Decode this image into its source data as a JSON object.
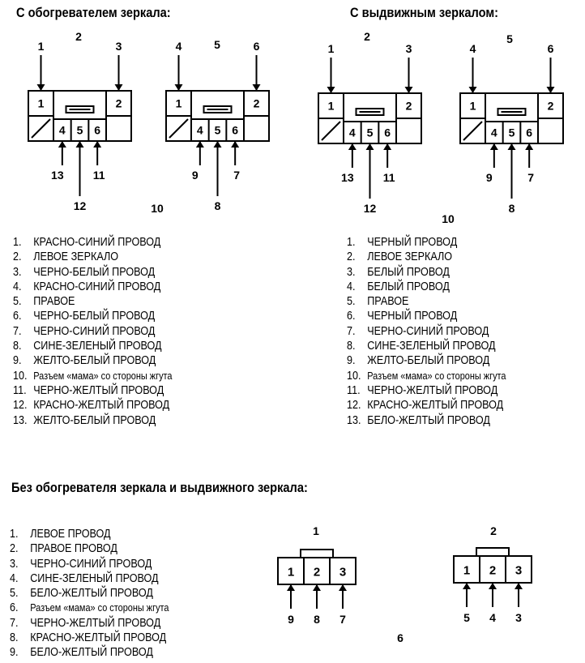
{
  "headings": {
    "heated": "С обогревателем зеркала:",
    "retractable": "С выдвижным зеркалом:",
    "basic": "Без обогревателя зеркала и выдвижного зеркала:"
  },
  "diagram_labels": {
    "heated": {
      "left_connector": "2",
      "right_connector": "5",
      "connector_female": "10",
      "pin_top_left_1": "1",
      "pin_top_right_1": "3",
      "pin_top_left_2": "4",
      "pin_top_right_2": "6",
      "pin_bottom_1": [
        "13",
        "12",
        "11"
      ],
      "pin_bottom_2": [
        "9",
        "8",
        "7"
      ]
    },
    "retractable": {
      "left_connector": "2",
      "right_connector": "5",
      "connector_female": "10",
      "pin_top_left_1": "1",
      "pin_top_right_1": "3",
      "pin_top_left_2": "4",
      "pin_top_right_2": "6",
      "pin_bottom_1": [
        "13",
        "12",
        "11"
      ],
      "pin_bottom_2": [
        "9",
        "8",
        "7"
      ]
    },
    "basic": {
      "left_connector": "1",
      "right_connector": "2",
      "connector_female": "6",
      "pin_bottom_1": [
        "9",
        "8",
        "7"
      ],
      "pin_bottom_2": [
        "5",
        "4",
        "3"
      ]
    }
  },
  "connector6_cells": [
    "1",
    "2",
    "4",
    "5",
    "6"
  ],
  "connector3_cells": [
    "1",
    "2",
    "3"
  ],
  "legend_heated": [
    {
      "num": "1.",
      "text": "КРАСНО-СИНИЙ ПРОВОД"
    },
    {
      "num": "2.",
      "text": "ЛЕВОЕ ЗЕРКАЛО"
    },
    {
      "num": "3.",
      "text": "ЧЕРНО-БЕЛЫЙ ПРОВОД"
    },
    {
      "num": "4.",
      "text": "КРАСНО-СИНИЙ ПРОВОД"
    },
    {
      "num": "5.",
      "text": "ПРАВОЕ"
    },
    {
      "num": "6.",
      "text": "ЧЕРНО-БЕЛЫЙ ПРОВОД"
    },
    {
      "num": "7.",
      "text": "ЧЕРНО-СИНИЙ ПРОВОД"
    },
    {
      "num": "8.",
      "text": "СИНЕ-ЗЕЛЕНЫЙ ПРОВОД"
    },
    {
      "num": "9.",
      "text": "ЖЕЛТО-БЕЛЫЙ ПРОВОД"
    },
    {
      "num": "10.",
      "text": "Разъем «мама» со стороны жгута"
    },
    {
      "num": "11.",
      "text": "ЧЕРНО-ЖЕЛТЫЙ ПРОВОД"
    },
    {
      "num": "12.",
      "text": "КРАСНО-ЖЕЛТЫЙ ПРОВОД"
    },
    {
      "num": "13.",
      "text": "ЖЕЛТО-БЕЛЫЙ ПРОВОД"
    }
  ],
  "legend_retractable": [
    {
      "num": "1.",
      "text": "ЧЕРНЫЙ ПРОВОД"
    },
    {
      "num": "2.",
      "text": "ЛЕВОЕ ЗЕРКАЛО"
    },
    {
      "num": "3.",
      "text": "БЕЛЫЙ ПРОВОД"
    },
    {
      "num": "4.",
      "text": "БЕЛЫЙ ПРОВОД"
    },
    {
      "num": "5.",
      "text": "ПРАВОЕ"
    },
    {
      "num": "6.",
      "text": "ЧЕРНЫЙ ПРОВОД"
    },
    {
      "num": "7.",
      "text": "ЧЕРНО-СИНИЙ ПРОВОД"
    },
    {
      "num": "8.",
      "text": "СИНЕ-ЗЕЛЕНЫЙ ПРОВОД"
    },
    {
      "num": "9.",
      "text": "ЖЕЛТО-БЕЛЫЙ ПРОВОД"
    },
    {
      "num": "10.",
      "text": "Разъем «мама» со стороны жгута"
    },
    {
      "num": "11.",
      "text": "ЧЕРНО-ЖЕЛТЫЙ ПРОВОД"
    },
    {
      "num": "12.",
      "text": "КРАСНО-ЖЕЛТЫЙ ПРОВОД"
    },
    {
      "num": "13.",
      "text": "БЕЛО-ЖЕЛТЫЙ ПРОВОД"
    }
  ],
  "legend_basic": [
    {
      "num": "1.",
      "text": "ЛЕВОЕ ПРОВОД"
    },
    {
      "num": "2.",
      "text": "ПРАВОЕ ПРОВОД"
    },
    {
      "num": "3.",
      "text": "ЧЕРНО-СИНИЙ ПРОВОД"
    },
    {
      "num": "4.",
      "text": "СИНЕ-ЗЕЛЕНЫЙ ПРОВОД"
    },
    {
      "num": "5.",
      "text": "БЕЛО-ЖЕЛТЫЙ ПРОВОД"
    },
    {
      "num": "6.",
      "text": "Разъем «мама» со стороны жгута"
    },
    {
      "num": "7.",
      "text": "ЧЕРНО-ЖЕЛТЫЙ ПРОВОД"
    },
    {
      "num": "8.",
      "text": "КРАСНО-ЖЕЛТЫЙ ПРОВОД"
    },
    {
      "num": "9.",
      "text": "БЕЛО-ЖЕЛТЫЙ ПРОВОД"
    }
  ]
}
